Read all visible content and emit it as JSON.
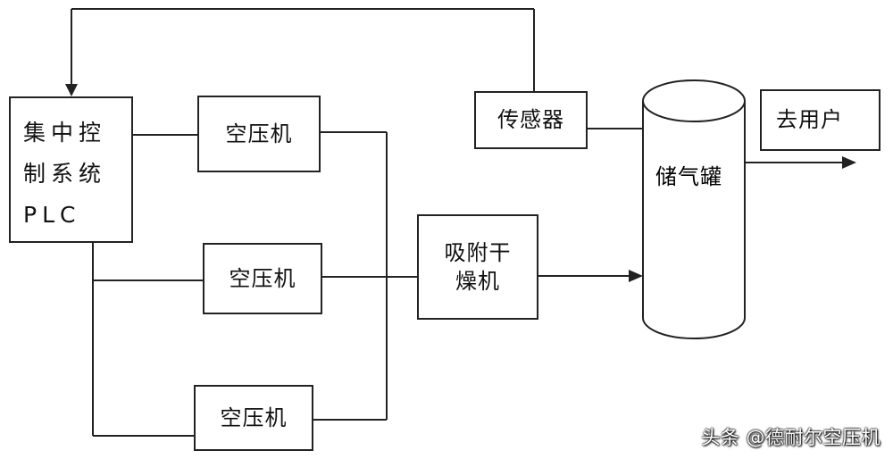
{
  "nodes": {
    "plc": "集中控\n制系统\nPLC",
    "compressor_1": "空压机",
    "compressor_2": "空压机",
    "compressor_3": "空压机",
    "dryer": "吸附干\n燥机",
    "sensor": "传感器",
    "tank": "储气罐",
    "user": "去用户"
  },
  "watermark": "头条 @德耐尔空压机",
  "colors": {
    "line": "#222222",
    "background": "#ffffff"
  }
}
